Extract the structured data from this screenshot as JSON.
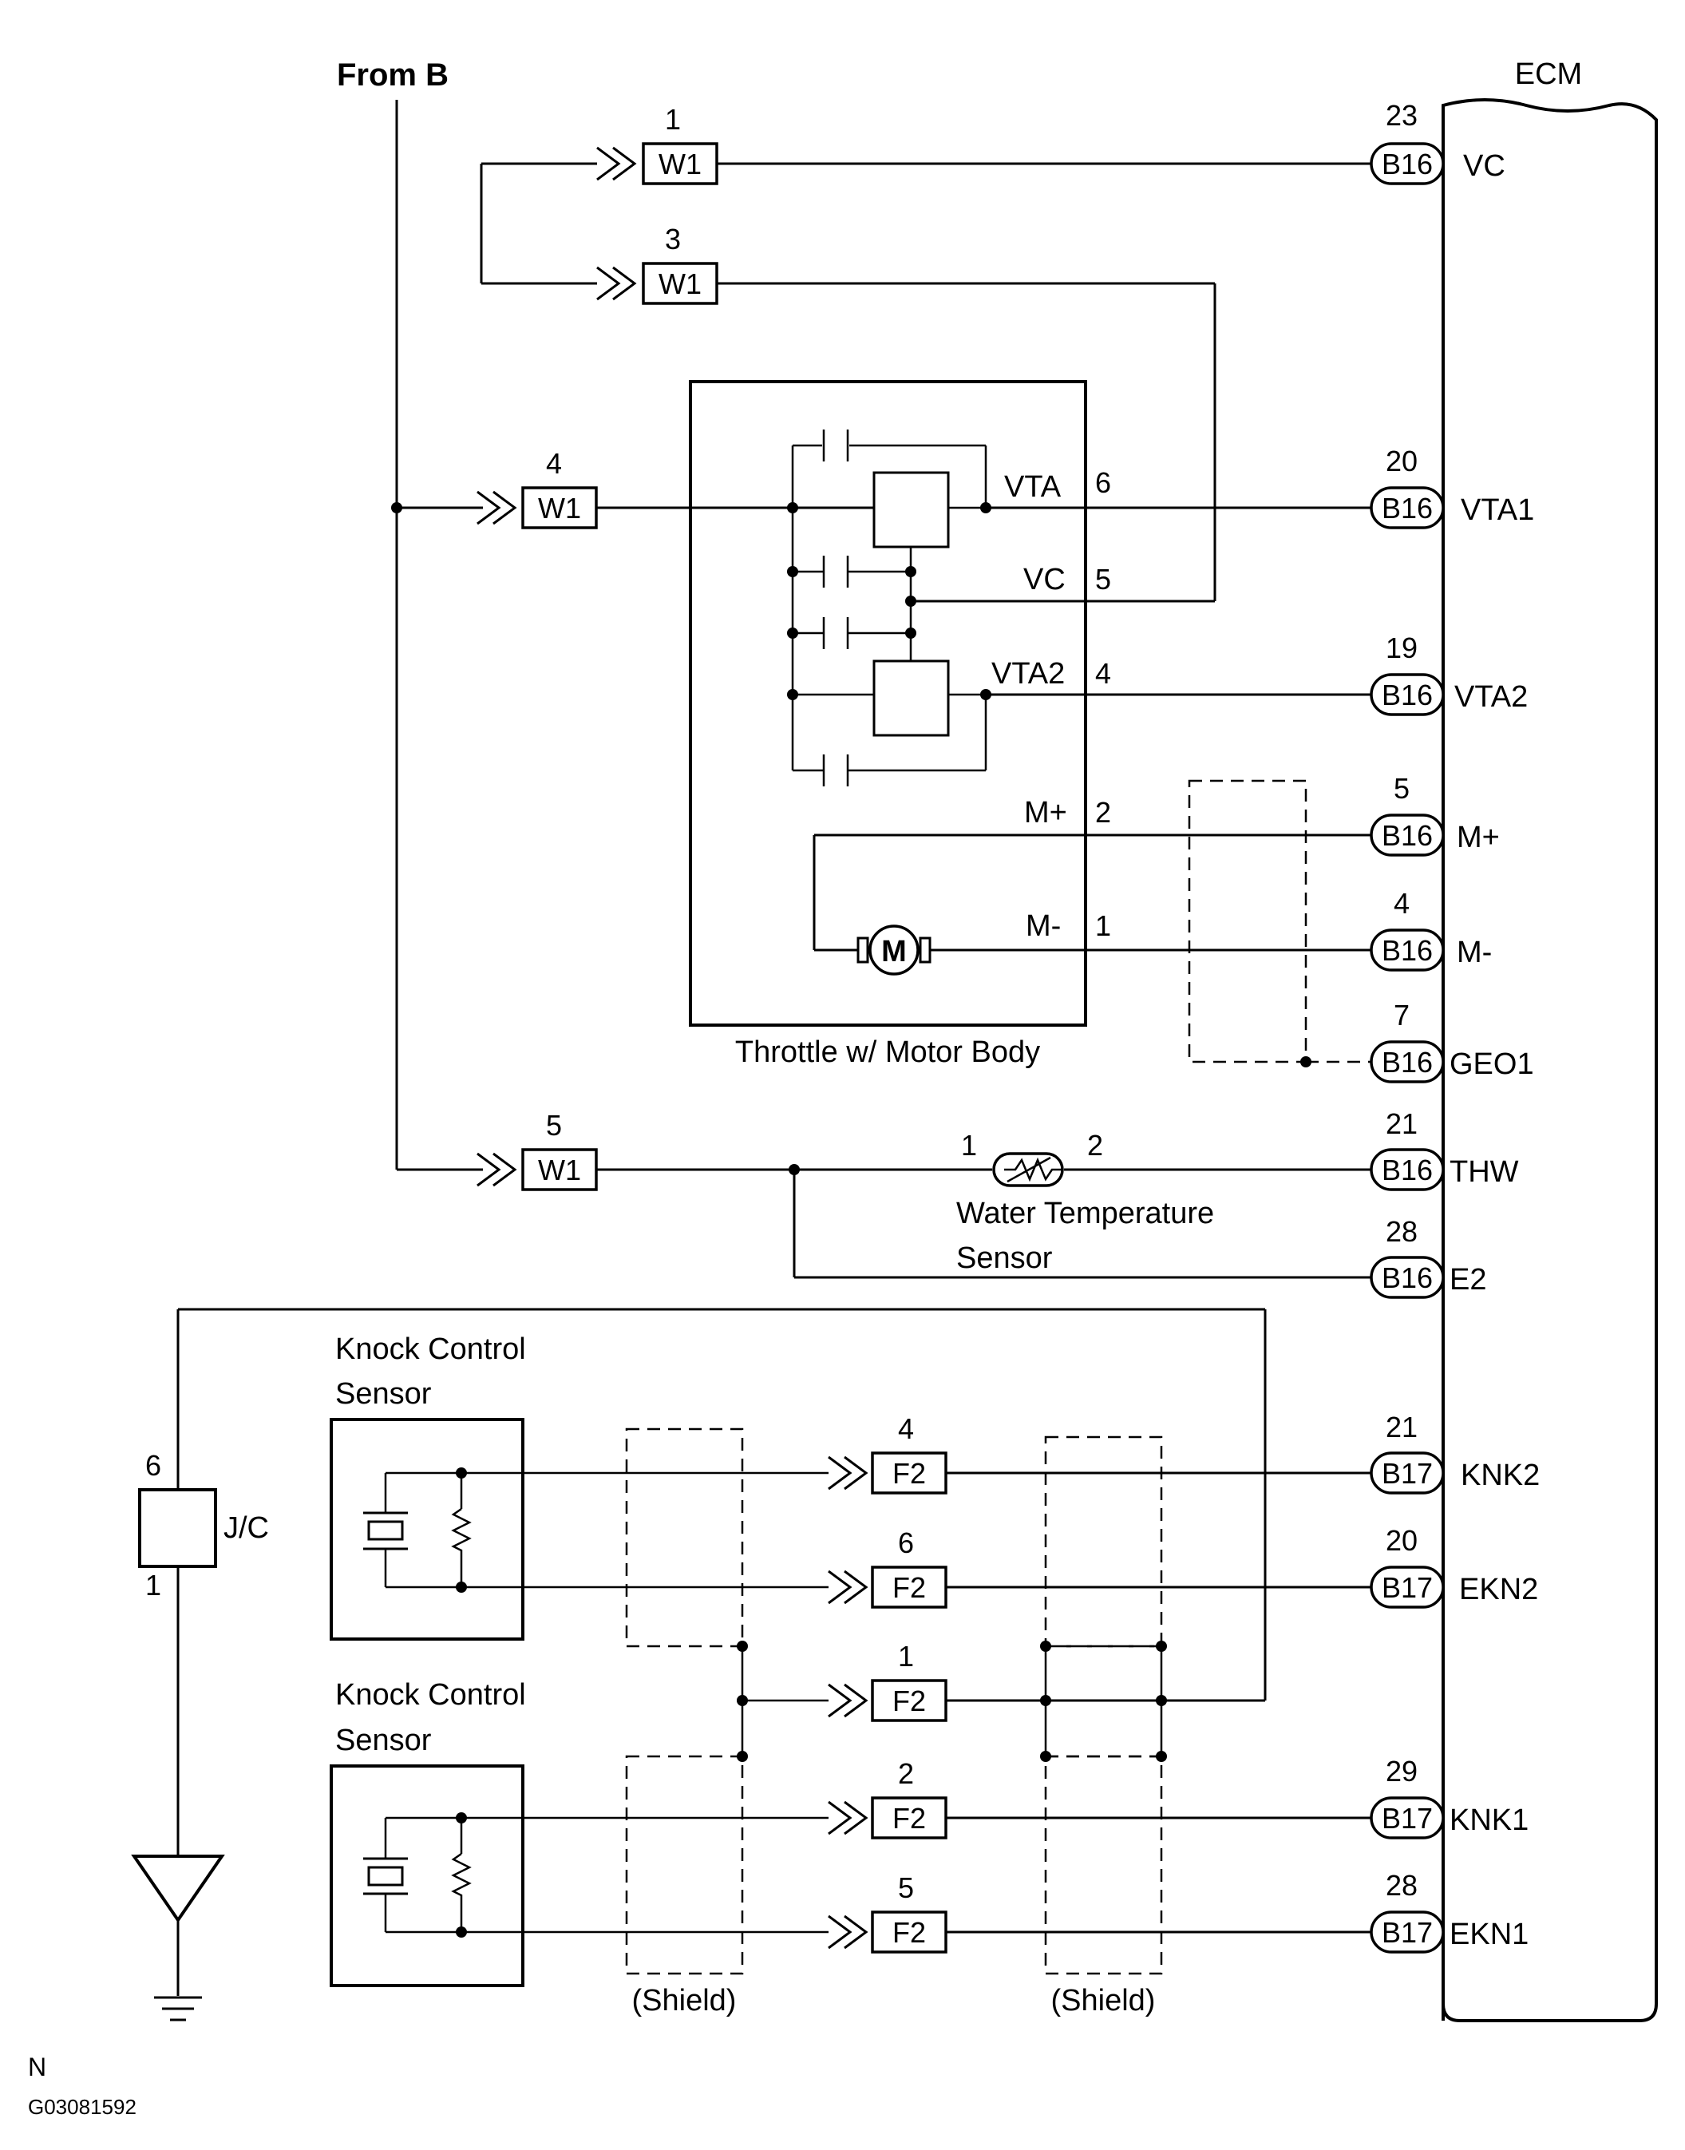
{
  "from_label": "From B",
  "ecm": {
    "title": "ECM",
    "pins": [
      {
        "num": "23",
        "conn": "B16",
        "name": "VC"
      },
      {
        "num": "20",
        "conn": "B16",
        "name": "VTA1"
      },
      {
        "num": "19",
        "conn": "B16",
        "name": "VTA2"
      },
      {
        "num": "5",
        "conn": "B16",
        "name": "M+"
      },
      {
        "num": "4",
        "conn": "B16",
        "name": "M-"
      },
      {
        "num": "7",
        "conn": "B16",
        "name": "GEO1"
      },
      {
        "num": "21",
        "conn": "B16",
        "name": "THW"
      },
      {
        "num": "28",
        "conn": "B16",
        "name": "E2"
      },
      {
        "num": "21",
        "conn": "B17",
        "name": "KNK2"
      },
      {
        "num": "20",
        "conn": "B17",
        "name": "EKN2"
      },
      {
        "num": "29",
        "conn": "B17",
        "name": "KNK1"
      },
      {
        "num": "28",
        "conn": "B17",
        "name": "EKN1"
      }
    ]
  },
  "w1_connectors": [
    {
      "num": "1",
      "label": "W1"
    },
    {
      "num": "3",
      "label": "W1"
    },
    {
      "num": "4",
      "label": "W1"
    },
    {
      "num": "5",
      "label": "W1"
    }
  ],
  "f2_connectors": [
    {
      "num": "4",
      "label": "F2"
    },
    {
      "num": "6",
      "label": "F2"
    },
    {
      "num": "1",
      "label": "F2"
    },
    {
      "num": "2",
      "label": "F2"
    },
    {
      "num": "5",
      "label": "F2"
    }
  ],
  "throttle": {
    "caption": "Throttle w/ Motor Body",
    "pins": [
      {
        "label": "VTA",
        "num": "6"
      },
      {
        "label": "VC",
        "num": "5"
      },
      {
        "label": "VTA2",
        "num": "4"
      },
      {
        "label": "M+",
        "num": "2"
      },
      {
        "label": "M-",
        "num": "1"
      }
    ],
    "motor_symbol": "M"
  },
  "water_temp": {
    "label_line1": "Water Temperature",
    "label_line2": "Sensor",
    "pin_left": "1",
    "pin_right": "2"
  },
  "knock_sensors": [
    {
      "line1": "Knock Control",
      "line2": "Sensor"
    },
    {
      "line1": "Knock Control",
      "line2": "Sensor"
    }
  ],
  "jc": {
    "label": "J/C",
    "pin_top": "6",
    "pin_bottom": "1"
  },
  "shield_labels": [
    "(Shield)",
    "(Shield)"
  ],
  "footer": {
    "line1": "N",
    "line2": "G03081592"
  },
  "icons": [
    "ground-icon",
    "motor-icon",
    "thermistor-icon",
    "piezo-crystal-icon",
    "resistor-icon",
    "double-chevron-icon"
  ]
}
